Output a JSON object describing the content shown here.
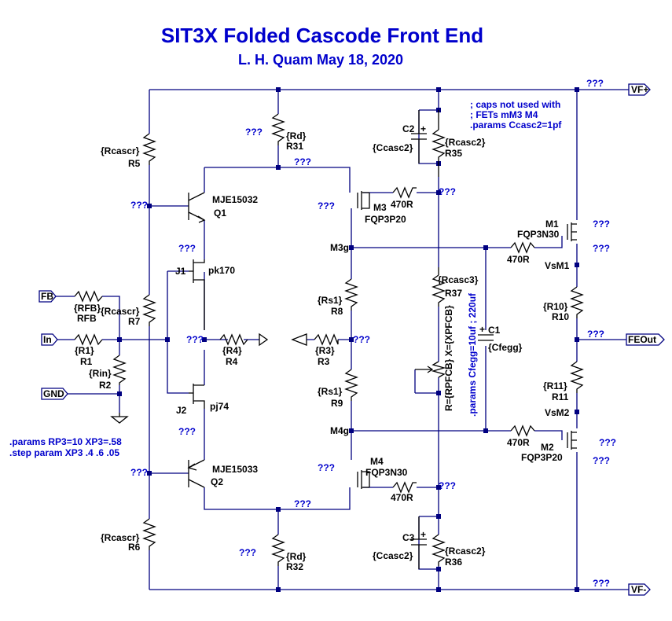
{
  "title": "SIT3X Folded Cascode Front End",
  "subtitle": "L. H. Quam   May 18, 2020",
  "ports": {
    "vf_plus": "VF+",
    "vf_minus": "VF-",
    "fb": "FB",
    "in": "In",
    "gnd": "GND",
    "feout": "FEOut"
  },
  "unknown": "???",
  "components": {
    "r5": {
      "value": "{Rcascr}",
      "name": "R5"
    },
    "r7": {
      "value": "{Rcascr}",
      "name": "R7"
    },
    "r6": {
      "value": "{Rcascr}",
      "name": "R6"
    },
    "r31": {
      "value": "{Rd}",
      "name": "R31"
    },
    "r32": {
      "value": "{Rd}",
      "name": "R32"
    },
    "q1": {
      "value": "MJE15032",
      "name": "Q1"
    },
    "q2": {
      "value": "MJE15033",
      "name": "Q2"
    },
    "j1": {
      "value": "pk170",
      "name": "J1"
    },
    "j2": {
      "value": "pj74",
      "name": "J2"
    },
    "rfb": {
      "value": "{RFB}",
      "name": "RFB"
    },
    "r1": {
      "value": "{R1}",
      "name": "R1"
    },
    "r2": {
      "value": "{Rin}",
      "name": "R2"
    },
    "r4": {
      "value": "{R4}",
      "name": "R4"
    },
    "r3": {
      "value": "{R3}",
      "name": "R3"
    },
    "r8": {
      "value": "{Rs1}",
      "name": "R8"
    },
    "r9": {
      "value": "{Rs1}",
      "name": "R9"
    },
    "m3": {
      "value": "FQP3P20",
      "name": "M3"
    },
    "m4": {
      "value": "FQP3N30",
      "name": "M4"
    },
    "m1": {
      "value": "FQP3N30",
      "name": "M1"
    },
    "m2": {
      "value": "FQP3P20",
      "name": "M2"
    },
    "gate_r": "470R",
    "c2": {
      "value": "{Ccasc2}",
      "name": "C2"
    },
    "c3": {
      "value": "{Ccasc2}",
      "name": "C3"
    },
    "r35": {
      "value": "{Rcasc2}",
      "name": "R35"
    },
    "r36": {
      "value": "{Rcasc2}",
      "name": "R36"
    },
    "r37": {
      "value": "{Rcasc3}",
      "name": "R37"
    },
    "pot": "R={RPFCB} X={XPFCB}",
    "c1": {
      "value": "{Cfegg}",
      "name": "C1"
    },
    "r10": {
      "value": "{R10}",
      "name": "R10"
    },
    "r11": {
      "value": "{R11}",
      "name": "R11"
    }
  },
  "nets": {
    "m3g": "M3g",
    "m4g": "M4g",
    "vsm1": "VsM1",
    "vsm2": "VsM2"
  },
  "notes": {
    "caps_line1": "; caps not used with",
    "caps_line2": "; FETs mM3 M4",
    "caps_line3": ".params Ccasc2=1pf",
    "cfegg": ".params Cfegg=10uf ; 220uf",
    "params_line1": ".params RP3=10 XP3=.58",
    "params_line2": ".step param XP3 .4 .6 .05"
  },
  "colors": {
    "wire": "#000080",
    "label": "#0000cc",
    "component": "#000000"
  }
}
